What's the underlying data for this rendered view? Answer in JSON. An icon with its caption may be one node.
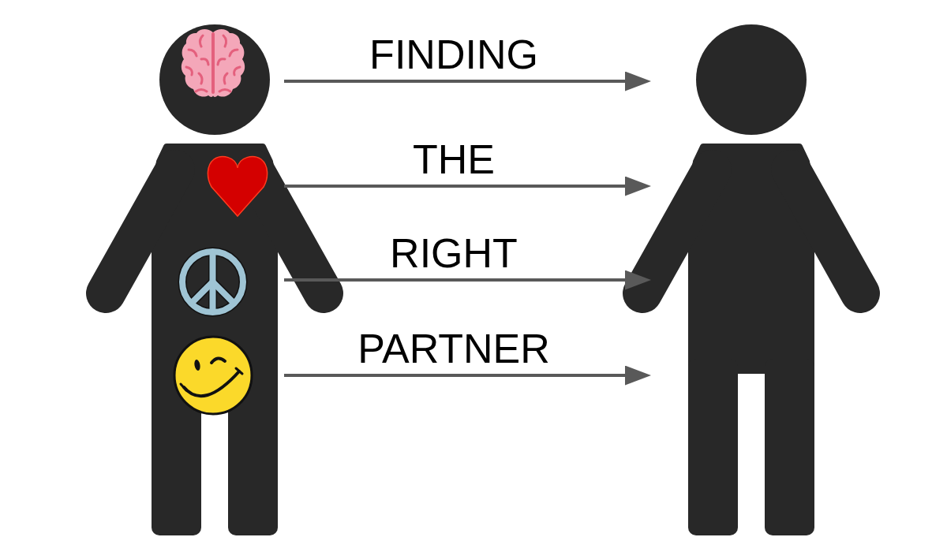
{
  "diagram": {
    "nodes": [
      {
        "text": [],
        "shape": "person"
      },
      {
        "text": [],
        "shape": "picture",
        "in": 0
      },
      {
        "text": [],
        "shape": "picture",
        "in": 0
      },
      {
        "text": [],
        "shape": "picture",
        "in": 0
      },
      {
        "text": [],
        "shape": "picture",
        "in": 0
      },
      {
        "text": [],
        "shape": "person"
      }
    ],
    "edges": [
      {
        "from": 1,
        "to": 5,
        "arrow": "to",
        "label": "FINDING"
      },
      {
        "from": 2,
        "to": 5,
        "arrow": "to",
        "label": "THE"
      },
      {
        "from": 3,
        "to": 5,
        "arrow": "to",
        "label": "RIGHT"
      },
      {
        "from": 4,
        "to": 5,
        "arrow": "to",
        "label": "PARTNER"
      }
    ]
  }
}
